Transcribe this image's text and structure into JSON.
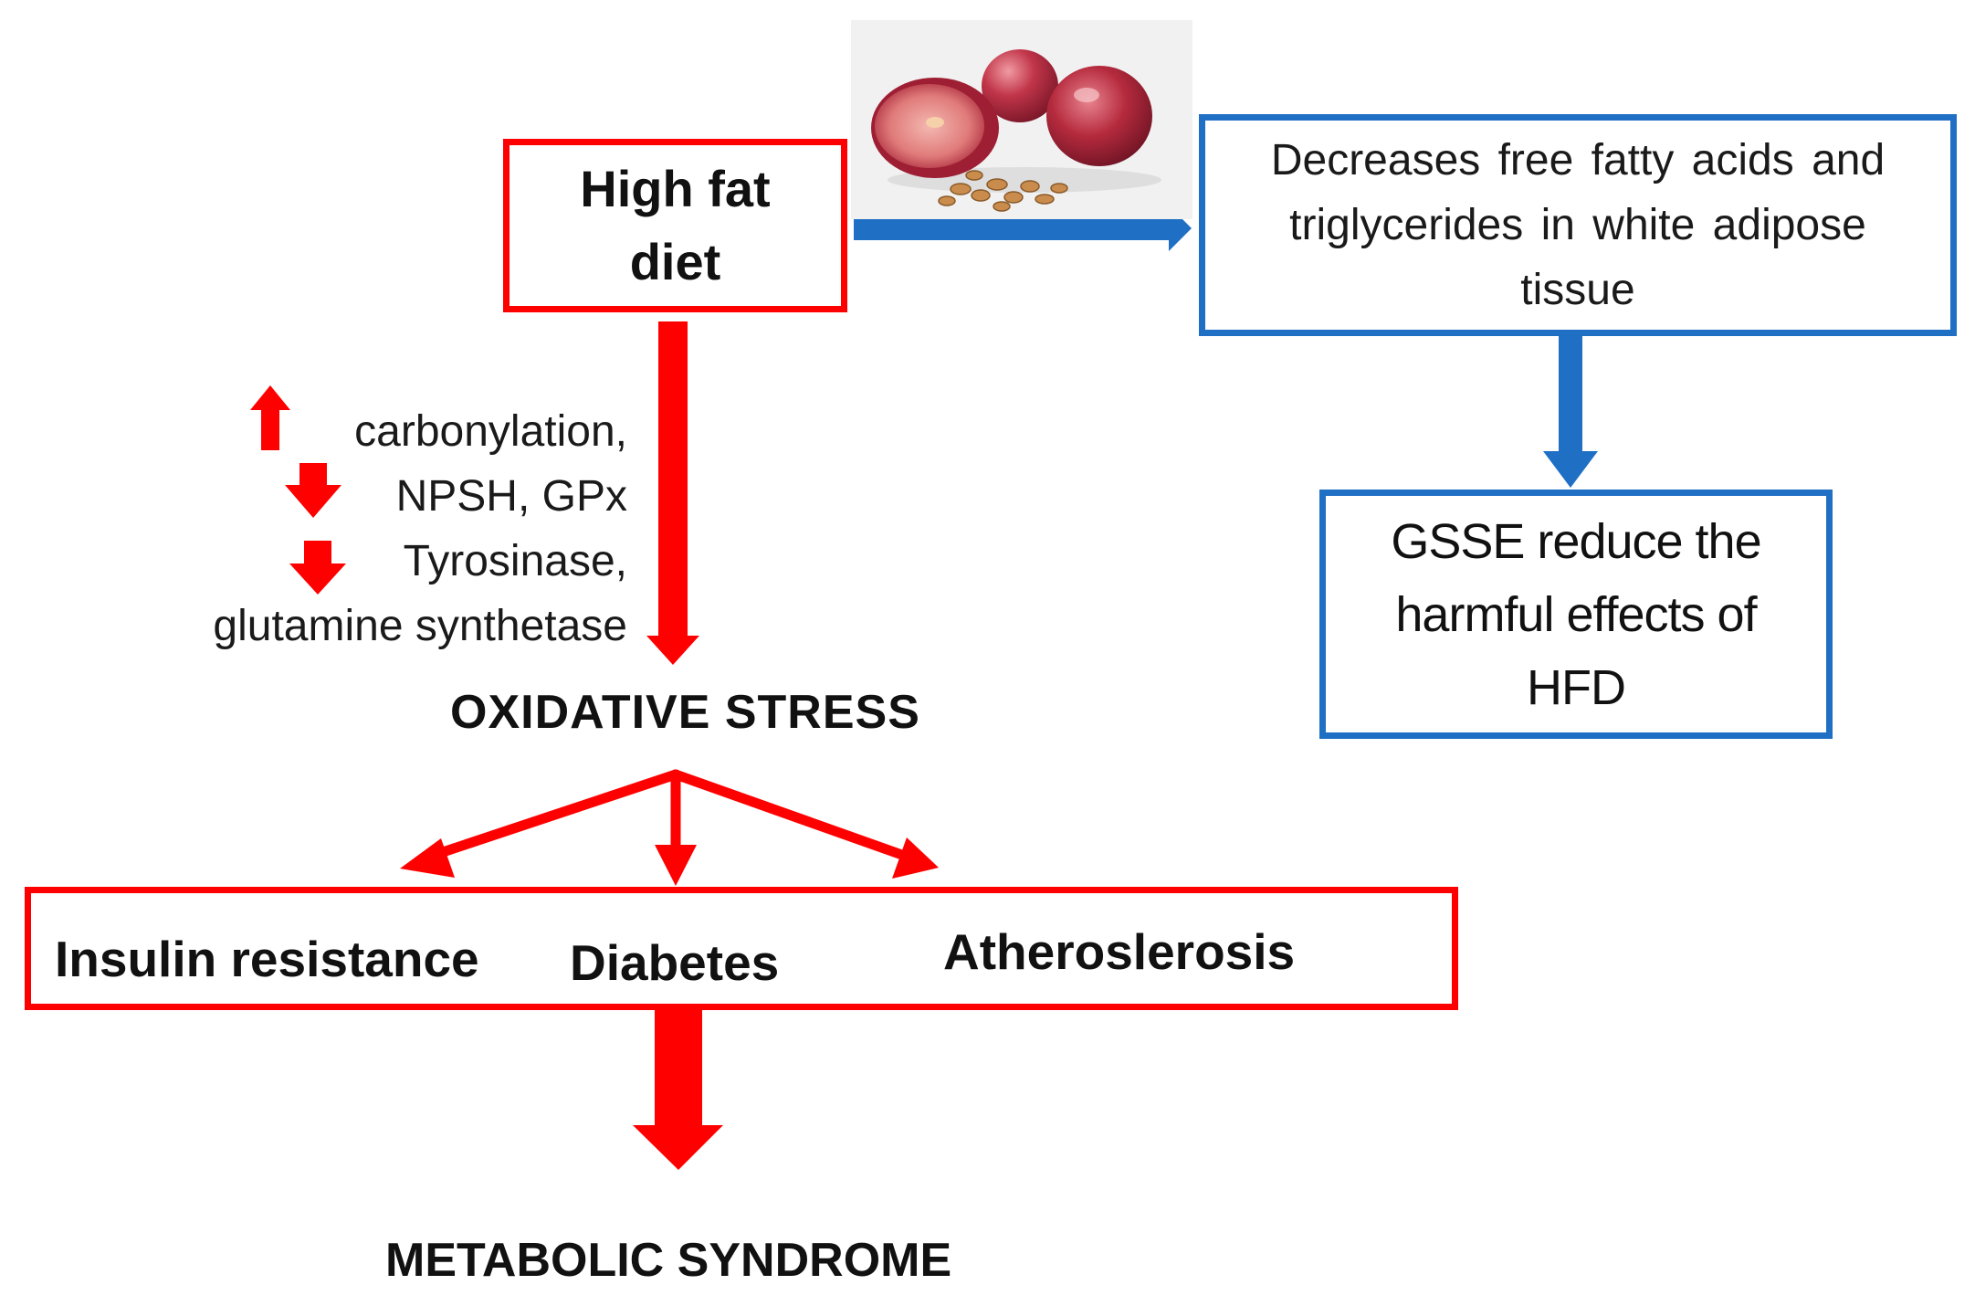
{
  "nodes": {
    "high_fat_diet": "High fat diet",
    "decrease_effect": "Decreases free fatty acids and triglycerides in white adipose tissue",
    "gsse_effect": "GSSE reduce the harmful effects of HFD",
    "oxidative_stress": "OXIDATIVE STRESS",
    "metabolic_syndrome": "METABOLIC SYNDROME"
  },
  "markers": [
    {
      "direction": "up",
      "text": "carbonylation,"
    },
    {
      "direction": "down",
      "text": "NPSH, GPx"
    },
    {
      "direction": "down",
      "text": "Tyrosinase,"
    },
    {
      "direction": "none",
      "text": "glutamine synthetase"
    }
  ],
  "outcomes": [
    "Insulin resistance",
    "Diabetes",
    "Atheroslerosis"
  ],
  "colors": {
    "harm": "#ff0000",
    "benefit": "#1f6fc4",
    "grape": "#b52a3d"
  },
  "icons": [
    "grape-image",
    "arrow-up-icon",
    "arrow-down-icon"
  ]
}
